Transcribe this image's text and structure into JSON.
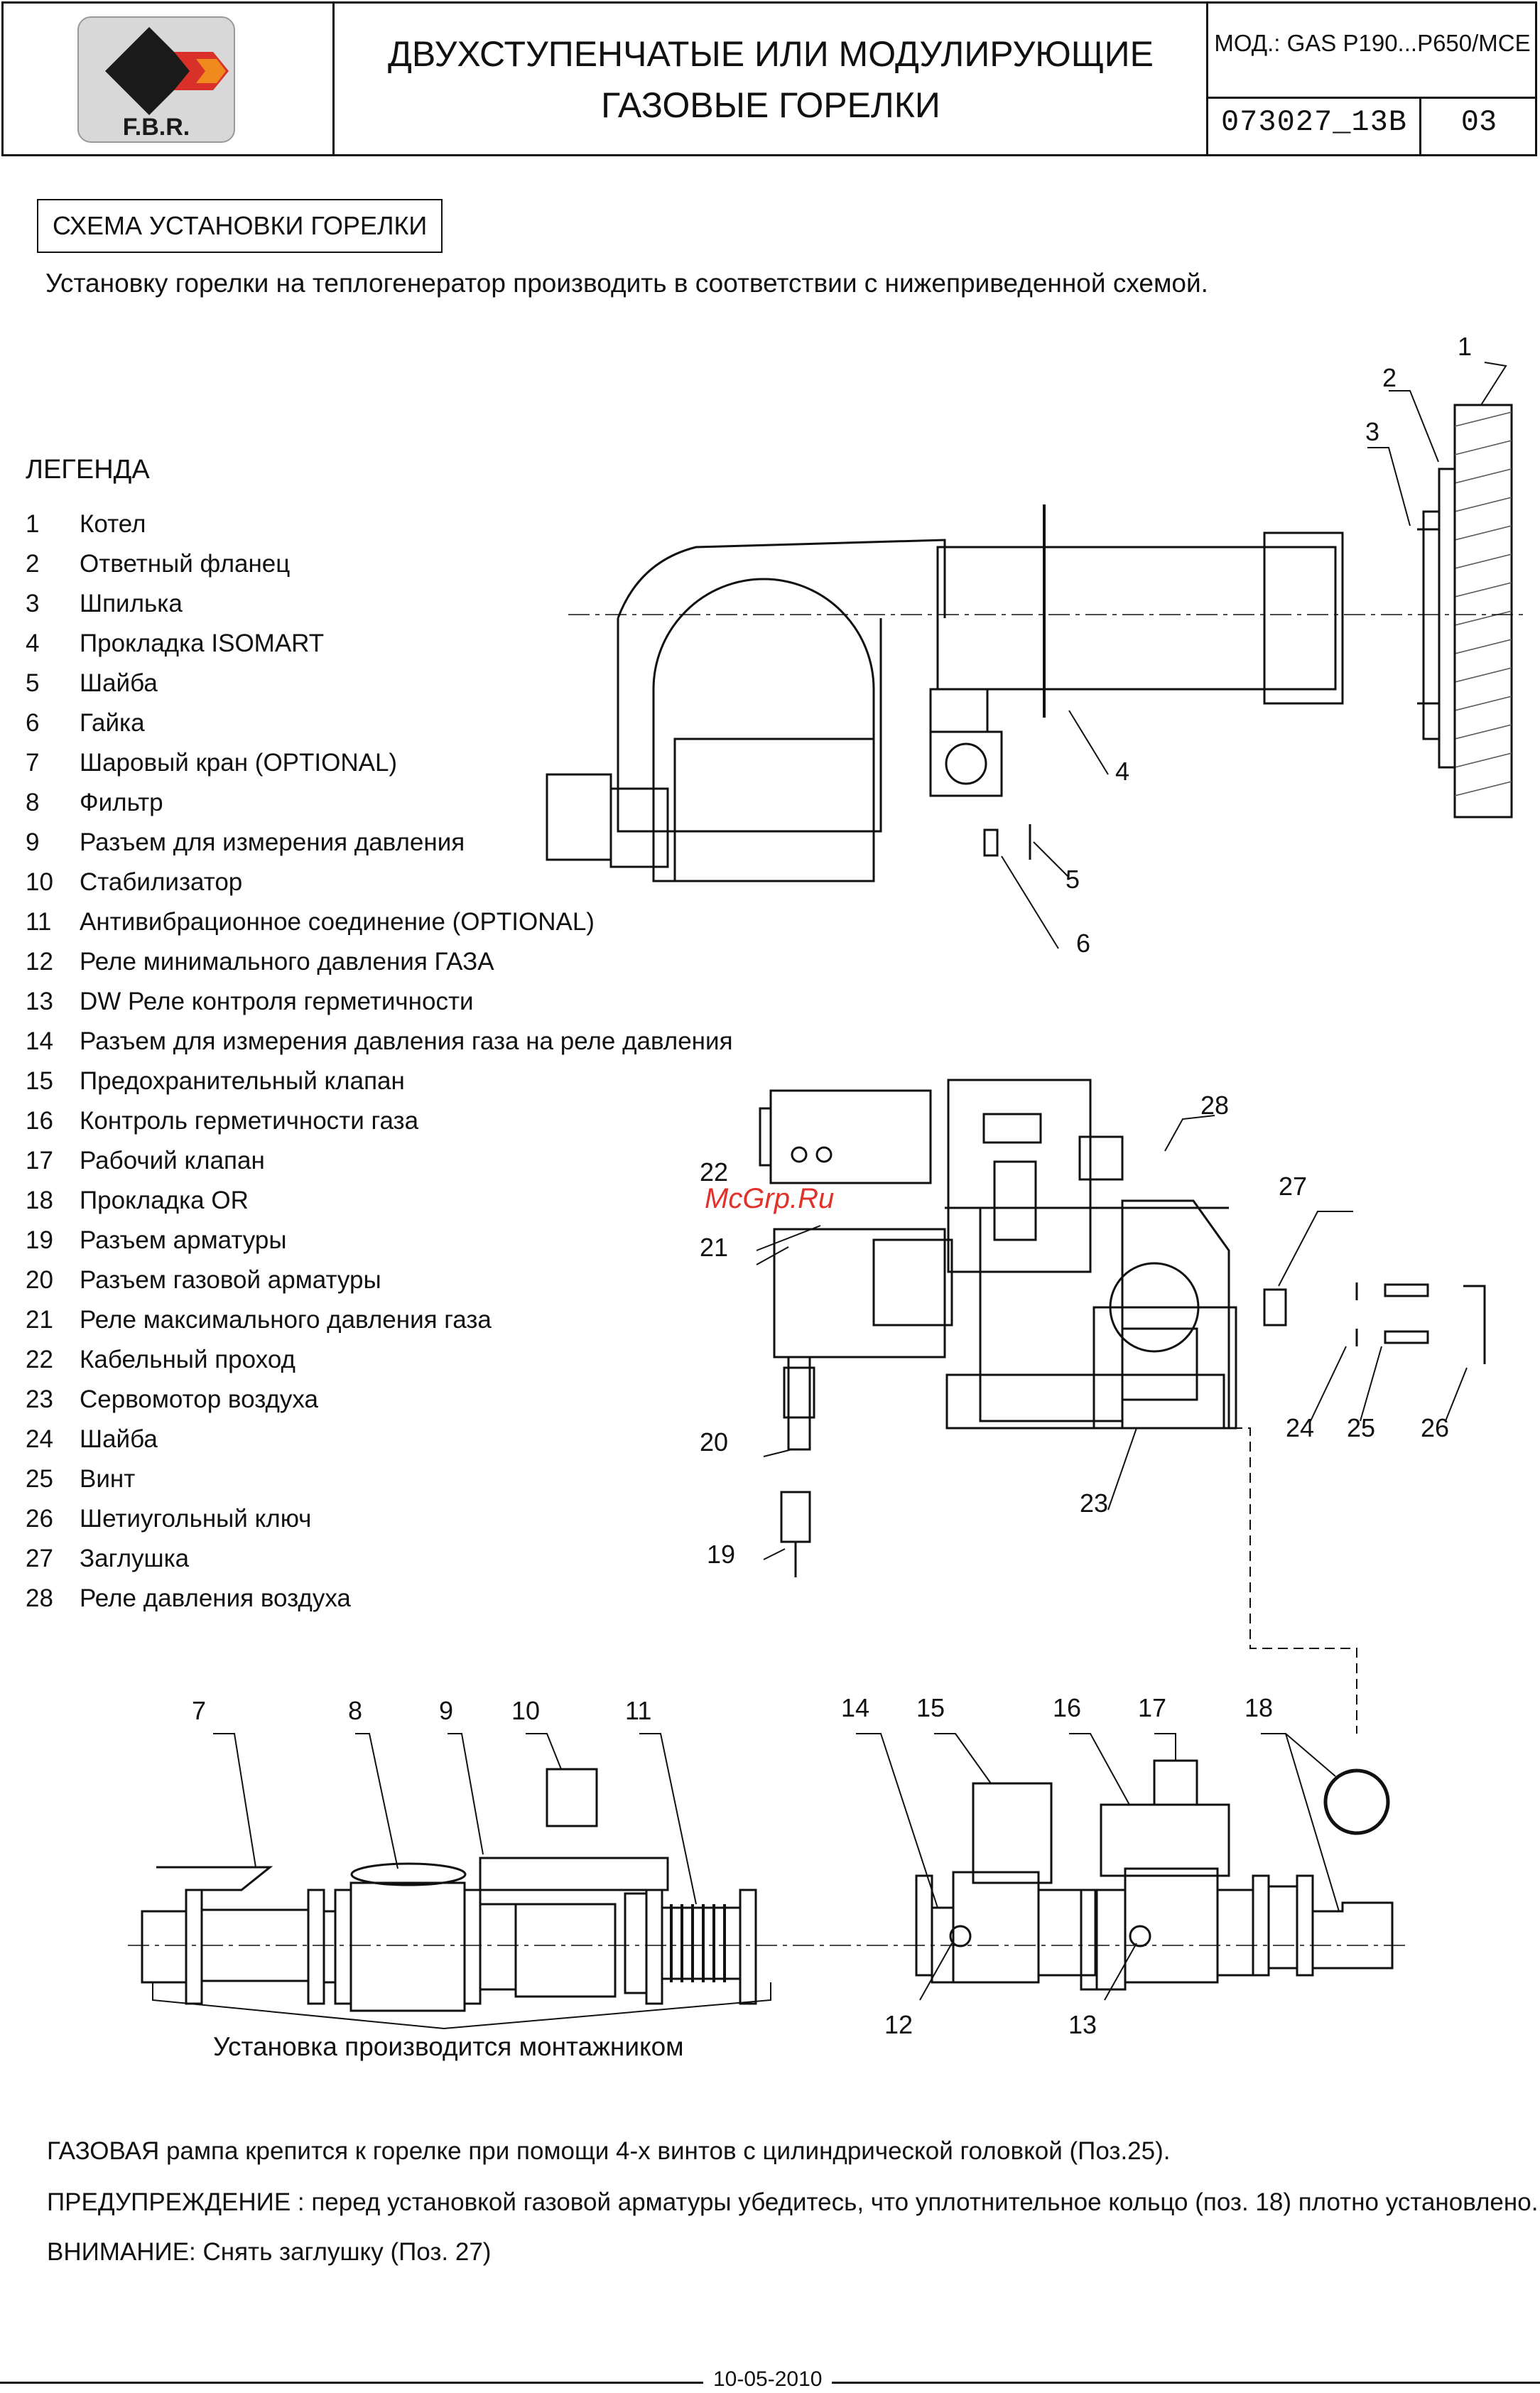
{
  "header": {
    "brand": "F.B.R.",
    "title_line1": "ДВУХСТУПЕНЧАТЫЕ ИЛИ МОДУЛИРУЮЩИЕ",
    "title_line2": "ГАЗОВЫЕ ГОРЕЛКИ",
    "model": "МОД.: GAS P190...P650/MCE",
    "doc_code": "073027_13B",
    "sheet": "03"
  },
  "section_title": "СХЕМА УСТАНОВКИ ГОРЕЛКИ",
  "intro": "Установку горелки на теплогенератор производить в соответствии с нижеприведенной схемой.",
  "legend": {
    "title": "ЛЕГЕНДА",
    "items": [
      {
        "n": "1",
        "label": "Котел"
      },
      {
        "n": "2",
        "label": "Ответный фланец"
      },
      {
        "n": "3",
        "label": "Шпилька"
      },
      {
        "n": "4",
        "label": "Прокладка ISOMART"
      },
      {
        "n": "5",
        "label": "Шайба"
      },
      {
        "n": "6",
        "label": "Гайка"
      },
      {
        "n": "7",
        "label": "Шаровый кран (OPTIONAL)"
      },
      {
        "n": "8",
        "label": "Фильтр"
      },
      {
        "n": "9",
        "label": "Разъем для измерения давления"
      },
      {
        "n": "10",
        "label": "Стабилизатор"
      },
      {
        "n": "11",
        "label": "Антивибрационное соединение (OPTIONAL)"
      },
      {
        "n": "12",
        "label": "Реле минимального давления ГАЗА"
      },
      {
        "n": "13",
        "label": "DW Реле контроля герметичности"
      },
      {
        "n": "14",
        "label": "Разъем для измерения давления газа на реле давления"
      },
      {
        "n": "15",
        "label": "Предохранительный клапан"
      },
      {
        "n": "16",
        "label": "Контроль герметичности газа"
      },
      {
        "n": "17",
        "label": "Рабочий клапан"
      },
      {
        "n": "18",
        "label": "Прокладка OR"
      },
      {
        "n": "19",
        "label": "Разъем арматуры"
      },
      {
        "n": "20",
        "label": "Разъем газовой арматуры"
      },
      {
        "n": "21",
        "label": "Реле максимального давления газа"
      },
      {
        "n": "22",
        "label": "Кабельный проход"
      },
      {
        "n": "23",
        "label": "Сервомотор воздуха"
      },
      {
        "n": "24",
        "label": "Шайба"
      },
      {
        "n": "25",
        "label": "Винт"
      },
      {
        "n": "26",
        "label": "Шетиугольный ключ"
      },
      {
        "n": "27",
        "label": "Заглушка"
      },
      {
        "n": "28",
        "label": "Реле давления воздуха"
      }
    ]
  },
  "install_note": "Установка производится монтажником",
  "notes": [
    "ГАЗОВАЯ рампа крепится к горелке при помощи 4-х винтов с цилиндрической головкой (Поз.25).",
    "ПРЕДУПРЕЖДЕНИЕ : перед установкой газовой арматуры убедитесь, что уплотнительное кольцо (поз. 18) плотно установлено.",
    "ВНИМАНИЕ: Снять заглушку (Поз. 27)"
  ],
  "footer_date": "10-05-2010",
  "watermark": "McGrp.Ru",
  "callouts": {
    "c1": "1",
    "c2": "2",
    "c3": "3",
    "c4": "4",
    "c5": "5",
    "c6": "6",
    "c7": "7",
    "c8": "8",
    "c9": "9",
    "c10": "10",
    "c11": "11",
    "c12": "12",
    "c13": "13",
    "c14": "14",
    "c15": "15",
    "c16": "16",
    "c17": "17",
    "c18": "18",
    "c19": "19",
    "c20": "20",
    "c21": "21",
    "c22": "22",
    "c23": "23",
    "c24": "24",
    "c25": "25",
    "c26": "26",
    "c27": "27",
    "c28": "28"
  },
  "colors": {
    "logo_red": "#d9302a",
    "logo_orange": "#f08a1c",
    "logo_dark": "#1a1a1a",
    "watermark": "#e0322b"
  }
}
